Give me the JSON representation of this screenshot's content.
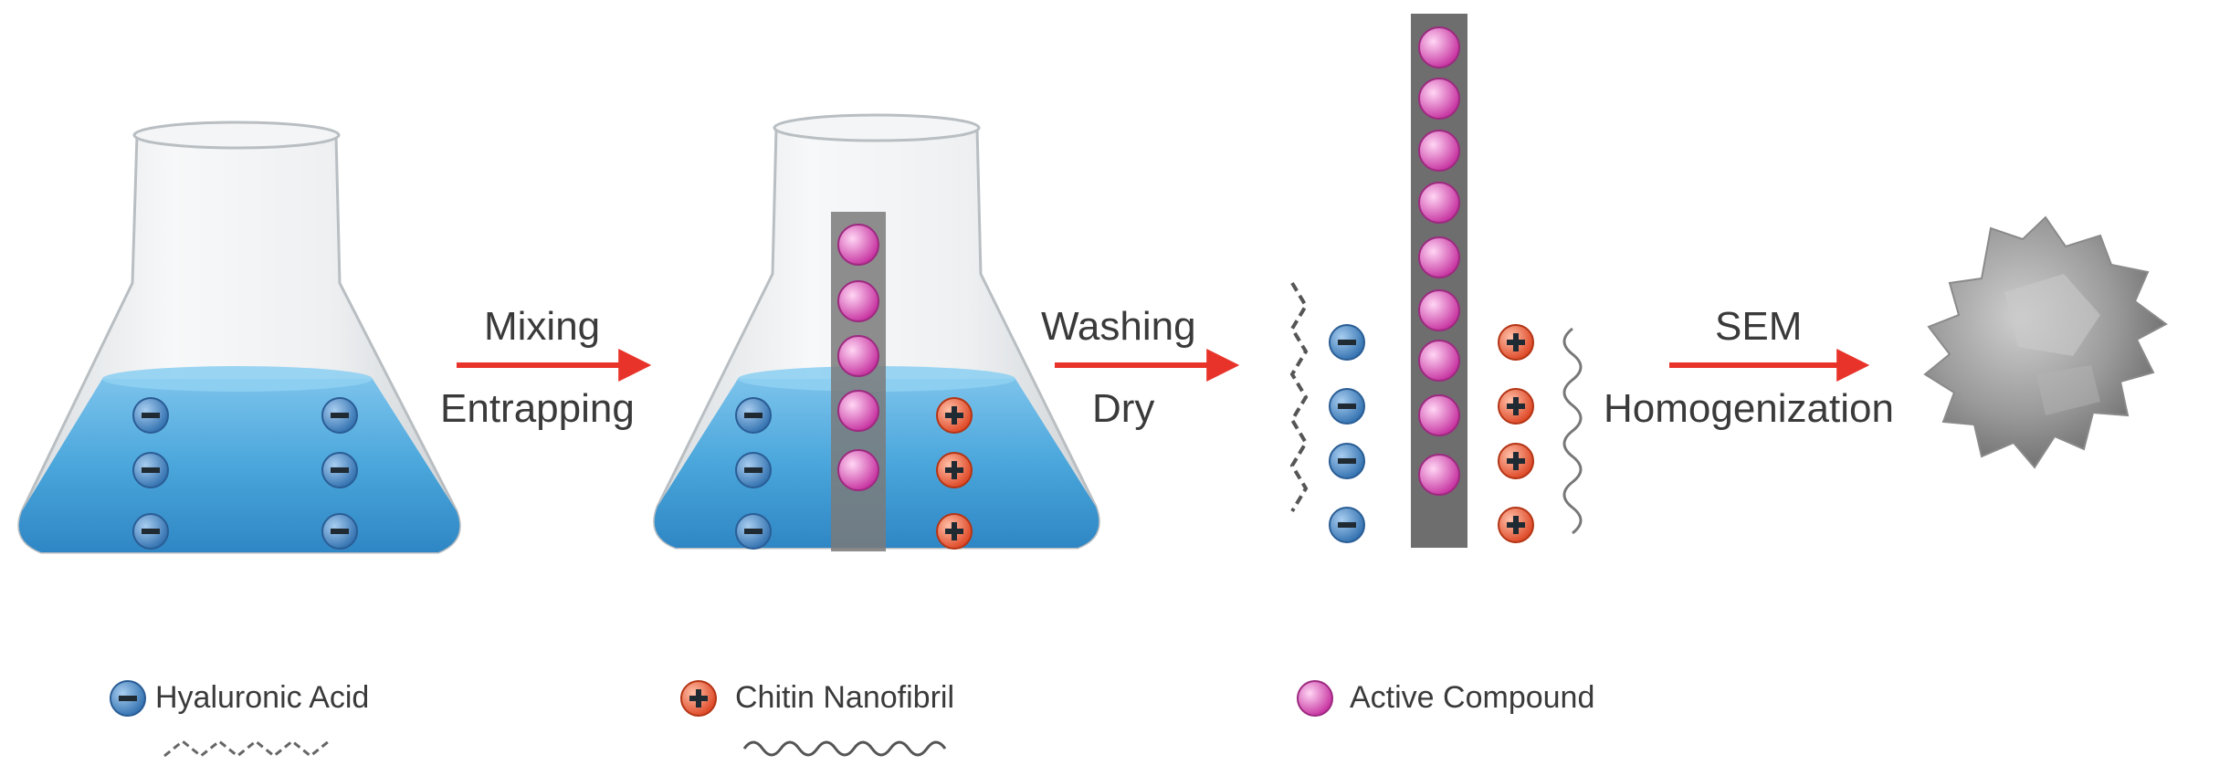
{
  "steps": [
    {
      "line1": "Mixing",
      "line2": "Entrapping"
    },
    {
      "line1": "Washing",
      "line2": "Dry"
    },
    {
      "line1": "SEM",
      "line2": "Homogenization"
    }
  ],
  "legend": [
    {
      "label": "Hyaluronic Acid",
      "icon": "negative-ion-icon"
    },
    {
      "label": "Chitin Nanofibril",
      "icon": "positive-ion-icon"
    },
    {
      "label": "Active Compound",
      "icon": "active-compound-icon"
    }
  ],
  "colors": {
    "arrow": "#e8332a",
    "liquid": "#4aa6db",
    "negative": "#3c7fbf",
    "positive": "#e8593a",
    "compound": "#d84ab8",
    "rod": "#6e6e6e"
  }
}
